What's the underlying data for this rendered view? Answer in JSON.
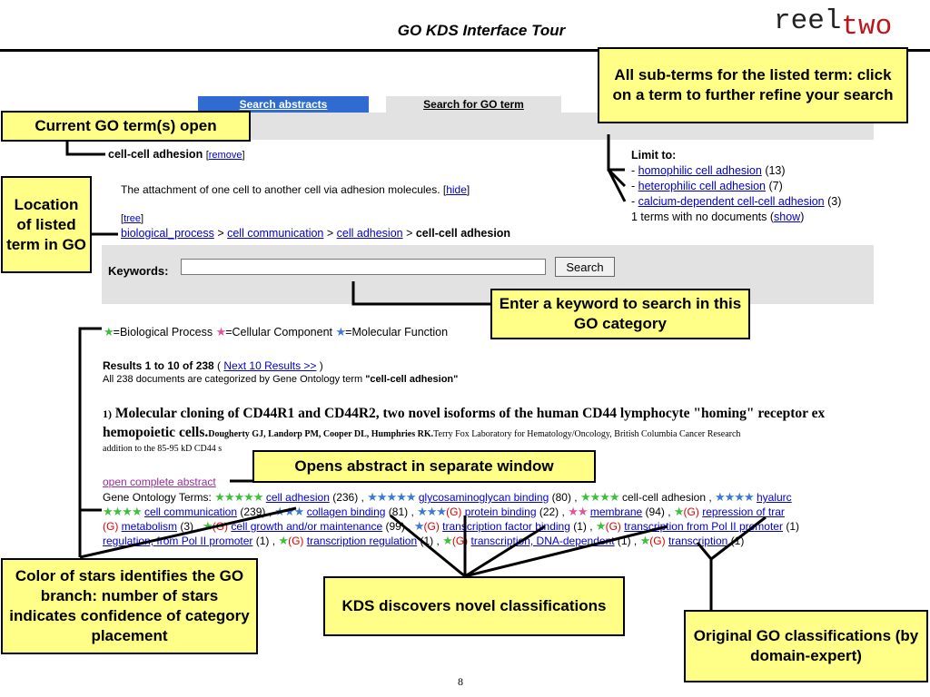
{
  "slide": {
    "title": "GO KDS Interface Tour",
    "logo_part1": "reel",
    "logo_part2": "two",
    "page_number": "8"
  },
  "tabs": {
    "search_abstracts": "Search abstracts",
    "search_go_term": "Search for GO term"
  },
  "current_term": {
    "name": "cell-cell adhesion",
    "remove_open": "[",
    "remove": "remove",
    "remove_close": "]",
    "definition": "The attachment of one cell to another cell via adhesion molecules. [",
    "hide": "hide",
    "def_close": "]",
    "tree_open": "[",
    "tree": "tree",
    "tree_close": "]",
    "path": [
      "biological_process",
      "cell communication",
      "cell adhesion"
    ],
    "sep": " > ",
    "path_current": "cell-cell adhesion"
  },
  "limit": {
    "heading": "Limit to:",
    "items": [
      {
        "label": "homophilic cell adhesion",
        "count": " (13)"
      },
      {
        "label": "heterophilic cell adhesion",
        "count": " (7)"
      },
      {
        "label": "calcium-dependent cell-cell adhesion",
        "count": " (3)"
      }
    ],
    "no_docs": "1 terms with no documents (",
    "show": "show",
    "no_docs_close": ")"
  },
  "search": {
    "label": "Keywords:",
    "value": "",
    "button": "Search"
  },
  "legend": {
    "bp": "=Biological Process",
    "cc": "=Cellular Component",
    "mf": "=Molecular Function"
  },
  "results": {
    "summary": "Results 1 to 10 of 238",
    "paren_open": " ( ",
    "next": "Next 10 Results >>",
    "paren_close": " )",
    "categorized": "All 238 documents are categorized by Gene Ontology term ",
    "categorized_term": "\"cell-cell adhesion\""
  },
  "article": {
    "num": "1)",
    "title_line1": "Molecular cloning of CD44R1 and CD44R2, two novel isoforms of the human CD44 lymphocyte \"homing\" receptor ex",
    "title_line2": "hemopoietic cells.",
    "authors": "Dougherty GJ, Landorp PM, Cooper DL, Humphries RK.",
    "affiliation": "Terry Fox Laboratory for Hematology/Oncology, British Columbia Cancer Research",
    "snippet": "addition to the 85-95 kD CD44 s",
    "open_abstract": "open complete abstract",
    "go_terms_label": "Gene Ontology Terms:",
    "line1": [
      {
        "stars": "★★★★★",
        "color": "g",
        "g": "",
        "term": "cell adhesion",
        "count": " (236) ,",
        "link": true
      },
      {
        "stars": "★★★★★",
        "color": "b",
        "g": "",
        "term": "glycosaminoglycan binding",
        "count": " (80) ,",
        "link": true
      },
      {
        "stars": "★★★★",
        "color": "g",
        "g": "",
        "term": "cell-cell adhesion",
        "count": " ,",
        "link": false
      },
      {
        "stars": "★★★★",
        "color": "b",
        "g": "",
        "term": "hyalurc",
        "count": "",
        "link": true
      }
    ],
    "line2": [
      {
        "stars": "★★★★",
        "color": "g",
        "g": "",
        "term": "cell communication",
        "count": " (239) ,",
        "link": true
      },
      {
        "stars": "★★★",
        "color": "b",
        "g": "",
        "term": "collagen binding",
        "count": " (81) ,",
        "link": true
      },
      {
        "stars": "★★★",
        "color": "b",
        "g": "(G)",
        "term": "protein binding",
        "count": " (22) ,",
        "link": true
      },
      {
        "stars": "★★",
        "color": "p",
        "g": "",
        "term": "membrane",
        "count": " (94) ,",
        "link": true
      },
      {
        "stars": "★",
        "color": "g",
        "g": "(G)",
        "term": "repression of trar",
        "count": "",
        "link": true
      }
    ],
    "line3": [
      {
        "stars": "",
        "color": "g",
        "g": "(G)",
        "term": "metabolism",
        "count": " (3) ,",
        "link": true
      },
      {
        "stars": "★",
        "color": "g",
        "g": "(G)",
        "term": "cell growth and/or maintenance",
        "count": " (99) ,",
        "link": true
      },
      {
        "stars": "★",
        "color": "b",
        "g": "(G)",
        "term": "transcription factor binding",
        "count": " (1) ,",
        "link": true
      },
      {
        "stars": "★",
        "color": "g",
        "g": "(G)",
        "term": "transcription from Pol II promoter",
        "count": " (1)",
        "link": true
      }
    ],
    "line4": [
      {
        "stars": "",
        "color": "g",
        "g": "",
        "term": "regulation, from Pol II promoter",
        "count": " (1) ,",
        "link": true
      },
      {
        "stars": "★",
        "color": "g",
        "g": "(G)",
        "term": "transcription regulation",
        "count": " (1) ,",
        "link": true
      },
      {
        "stars": "★",
        "color": "g",
        "g": "(G)",
        "term": "transcription, DNA-dependent",
        "count": " (1) ,",
        "link": true
      },
      {
        "stars": "★",
        "color": "g",
        "g": "(G)",
        "term": "transcription",
        "count": " (1)",
        "link": true
      }
    ]
  },
  "callouts": {
    "current_term": "Current GO term(s) open",
    "location": "Location of listed term in GO",
    "subterms": "All sub-terms for the listed term: click on a term to further refine your search",
    "keyword": "Enter a keyword to search in this GO category",
    "opens_abstract": "Opens abstract in separate window",
    "stars": "Color of stars identifies the GO branch: number of stars indicates confidence of category placement",
    "kds": "KDS discovers novel classifications",
    "original": "Original GO classifications (by domain-expert)"
  },
  "colors": {
    "callout_bg": "#ffff88",
    "tab_active": "#2f6bd0",
    "panel_gray": "#e2e2e2",
    "link": "#0000cc"
  }
}
